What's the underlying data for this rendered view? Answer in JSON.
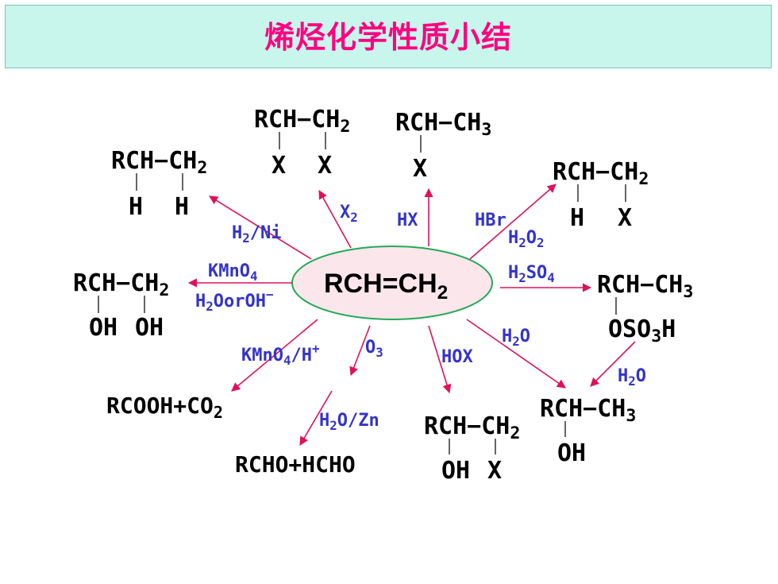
{
  "title": "烯烃化学性质小结",
  "center": {
    "main": "RCH=CH",
    "sub": "2"
  },
  "products": {
    "hydrogenation": {
      "main": "RCH−CH",
      "sub": "2",
      "a1": "H",
      "a2": "H"
    },
    "halogen_addition": {
      "main": "RCH−CH",
      "sub": "2",
      "a1": "X",
      "a2": "X"
    },
    "hx_addition": {
      "main": "RCH−CH",
      "sub": "3",
      "a1": "X"
    },
    "peroxide_hbr": {
      "main": "RCH−CH",
      "sub": "2",
      "a1": "H",
      "a2": "X"
    },
    "diol": {
      "main": "RCH−CH",
      "sub": "2",
      "a1": "OH",
      "a2": "OH"
    },
    "sulfate": {
      "main": "RCH−CH",
      "sub": "3",
      "a1": "OSO",
      "a1_sub": "3",
      "a1_end": "H"
    },
    "acid_co2": {
      "pre": "RCOOH+CO",
      "sub": "2"
    },
    "aldehydes": {
      "text": "RCHO+HCHO"
    },
    "halohydrin": {
      "main": "RCH−CH",
      "sub": "2",
      "a1": "OH",
      "a2": "X"
    },
    "alcohol": {
      "main": "RCH−CH",
      "sub": "3",
      "a1": "OH"
    }
  },
  "reagents": {
    "h2ni": {
      "pre": "H",
      "sub": "2",
      "post": "/Ni"
    },
    "x2": {
      "pre": "X",
      "sub": "2"
    },
    "hx": {
      "text": "HX"
    },
    "hbr": {
      "text": "HBr"
    },
    "h2o2": {
      "pre": "H",
      "sub1": "2",
      "mid": "O",
      "sub2": "2"
    },
    "kmno4": {
      "pre": "KMnO",
      "sub": "4"
    },
    "h2o_or_oh": {
      "pre": "H",
      "sub": "2",
      "post": "OorOH",
      "sup": "−"
    },
    "h2so4": {
      "pre": "H",
      "sub1": "2",
      "mid": "SO",
      "sub2": "4"
    },
    "kmno4_h": {
      "pre": "KMnO",
      "sub": "4",
      "post": "/H",
      "sup": "+"
    },
    "o3": {
      "pre": "O",
      "sub": "3"
    },
    "hox": {
      "text": "HOX"
    },
    "h2o_a": {
      "pre": "H",
      "sub": "2",
      "post": "O"
    },
    "h2o_b": {
      "pre": "H",
      "sub": "2",
      "post": "O"
    },
    "h2o_zn": {
      "pre": "H",
      "sub": "2",
      "post": "O/Zn"
    }
  },
  "colors": {
    "title": "#ff0080",
    "title_bg": "#c8f5ec",
    "arrow": "#e0105a",
    "reagent": "#3333cc",
    "ellipse_fill": "#fbe6ec",
    "ellipse_stroke": "#22aa55"
  }
}
